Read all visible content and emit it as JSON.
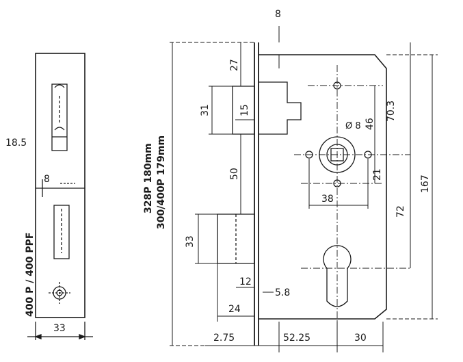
{
  "faceplate": {
    "label_vertical": "400 P / 400 PPF",
    "dim_height_upper": "18.5",
    "dim_offset": "8",
    "dim_width": "33"
  },
  "side_labels": {
    "line1": "328P 180mm",
    "line2": "300/400P 179mm"
  },
  "dims": {
    "top_offset": "8",
    "latch_from_top": "27",
    "latch_height": "31",
    "latch_width": "15",
    "latch_to_spindle": "50",
    "deadbolt_height": "33",
    "deadbolt_thick": "12",
    "offset_5_8": "5.8",
    "bolt_throw": "24",
    "spindle_dia": "Ø 8",
    "hole_46": "46",
    "hole_70": "70.3",
    "hole_21": "21",
    "hole_38": "38",
    "spindle_to_cyl": "72",
    "total_167": "167",
    "front_275": "2.75",
    "backset_5225": "52.25",
    "body_30": "30"
  }
}
